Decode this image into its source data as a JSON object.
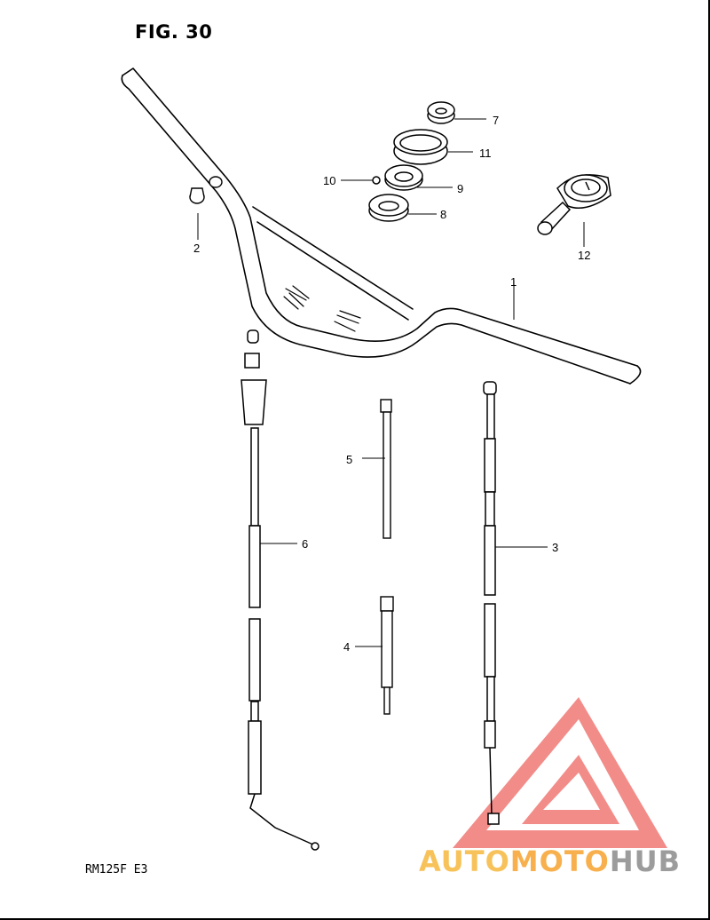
{
  "figure": {
    "title": "FIG. 30",
    "model": "RM125F  E3"
  },
  "watermark": {
    "part_a": "AUTO",
    "part_b": "MOTO",
    "part_c": "HUB"
  },
  "callouts": {
    "c1": "1",
    "c2": "2",
    "c3": "3",
    "c4": "4",
    "c5": "5",
    "c6": "6",
    "c7": "7",
    "c8": "8",
    "c9": "9",
    "c10": "10",
    "c11": "11",
    "c12": "12"
  },
  "colors": {
    "line": "#000000",
    "watermark_red": "#e8302a",
    "watermark_yellow": "#f7c25a",
    "watermark_grey": "#9c9c9c"
  }
}
